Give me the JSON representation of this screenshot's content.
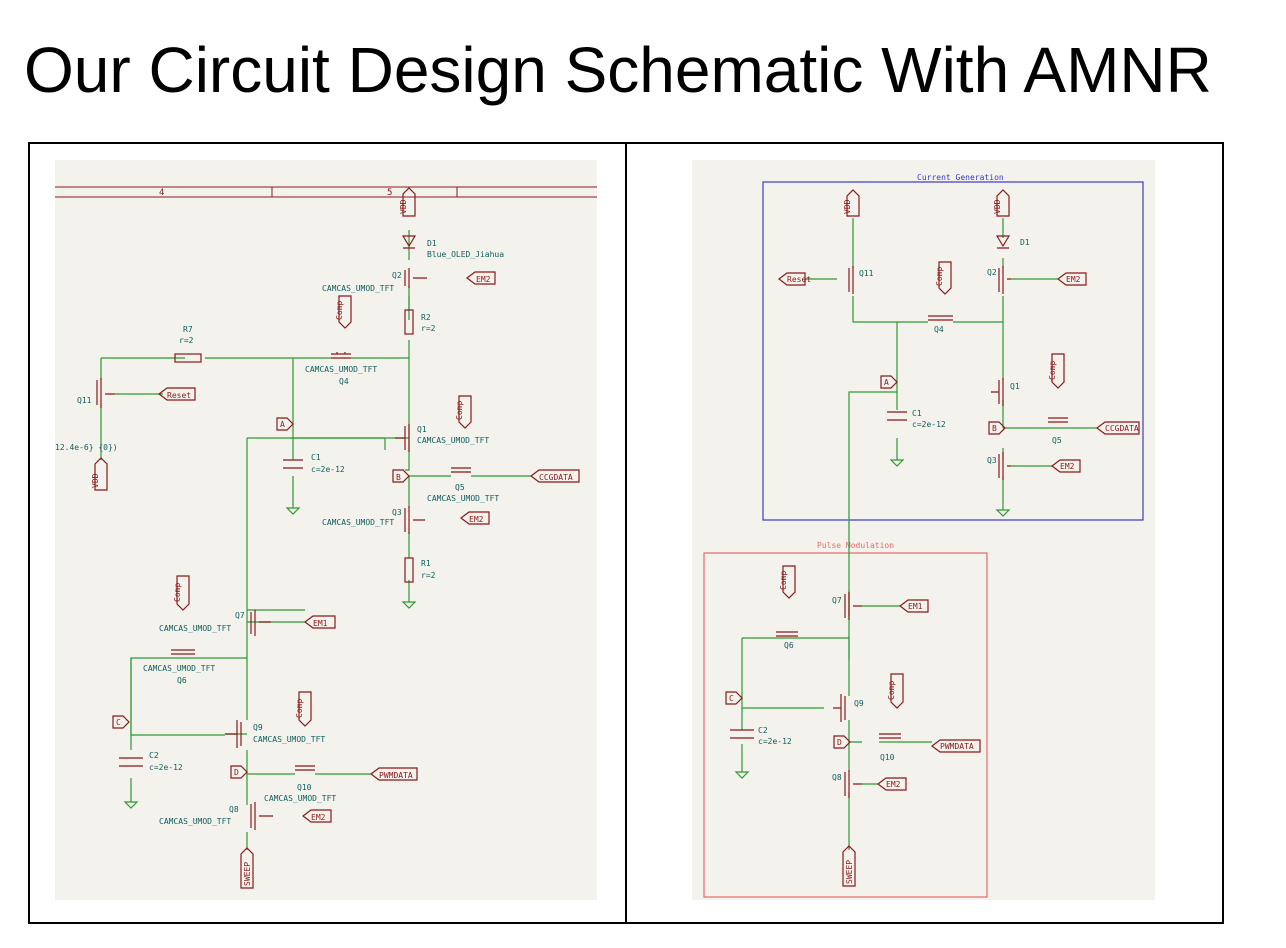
{
  "title": "Our Circuit Design Schematic With AMNR",
  "colors": {
    "wire": "#2e9a32",
    "symbol": "#8a1a1a",
    "text": "#0f5e5e",
    "current_box": "#3a3ac8",
    "pulse_box": "#e46b6b"
  },
  "left": {
    "ruler": {
      "col4": "4",
      "col5": "5"
    },
    "vdd": "VDD",
    "d1": "D1",
    "d1_value": "Blue_OLED_Jiahua",
    "q2": "Q2",
    "q2_model": "CAMCAS_UMOD_TFT",
    "em2_a": "EM2",
    "r2": "R2",
    "r2_value": "r=2",
    "comp_a": "Comp",
    "r7": "R7",
    "r7_value": "r=2",
    "q4_model": "CAMCAS_UMOD_TFT",
    "q4": "Q4",
    "q11": "Q11",
    "reset": "Reset",
    "source_value": "12.4e-6} {0})",
    "vdd2": "VDD",
    "net_a": "A",
    "q1": "Q1",
    "q1_model": "CAMCAS_UMOD_TFT",
    "comp_b": "Comp",
    "c1": "C1",
    "c1_value": "c=2e-12",
    "net_b": "B",
    "ccgdata": "CCGDATA",
    "q5": "Q5",
    "q5_model": "CAMCAS_UMOD_TFT",
    "q3_model": "CAMCAS_UMOD_TFT",
    "q3": "Q3",
    "em2_b": "EM2",
    "r1": "R1",
    "r1_value": "r=2",
    "comp_c": "Comp",
    "q7": "Q7",
    "q7_model": "CAMCAS_UMOD_TFT",
    "em1": "EM1",
    "q6_model": "CAMCAS_UMOD_TFT",
    "q6": "Q6",
    "comp_d": "Comp",
    "net_c": "C",
    "q9": "Q9",
    "q9_model": "CAMCAS_UMOD_TFT",
    "c2": "C2",
    "c2_value": "c=2e-12",
    "net_d": "D",
    "pwmdata": "PWMDATA",
    "q10": "Q10",
    "q10_model": "CAMCAS_UMOD_TFT",
    "q8": "Q8",
    "q8_model": "CAMCAS_UMOD_TFT",
    "em2_c": "EM2",
    "sweep": "SWEEP"
  },
  "right": {
    "current_label": "Current Generation",
    "pulse_label": "Pulse Modulation",
    "vdd_a": "VDD",
    "vdd_b": "VDD",
    "d1": "D1",
    "reset": "Reset",
    "q11": "Q11",
    "comp_a": "Comp",
    "q2": "Q2",
    "em2_a": "EM2",
    "q4": "Q4",
    "net_a": "A",
    "q1": "Q1",
    "comp_b": "Comp",
    "c1": "C1",
    "c1_value": "c=2e-12",
    "net_b": "B",
    "ccgdata": "CCGDATA",
    "q5": "Q5",
    "q3": "Q3",
    "em2_b": "EM2",
    "comp_c": "Comp",
    "q7": "Q7",
    "em1": "EM1",
    "q6": "Q6",
    "net_c": "C",
    "q9": "Q9",
    "comp_d": "Comp",
    "c2": "C2",
    "c2_value": "c=2e-12",
    "net_d": "D",
    "pwmdata": "PWMDATA",
    "q10": "Q10",
    "q8": "Q8",
    "em2_c": "EM2",
    "sweep": "SWEEP"
  }
}
